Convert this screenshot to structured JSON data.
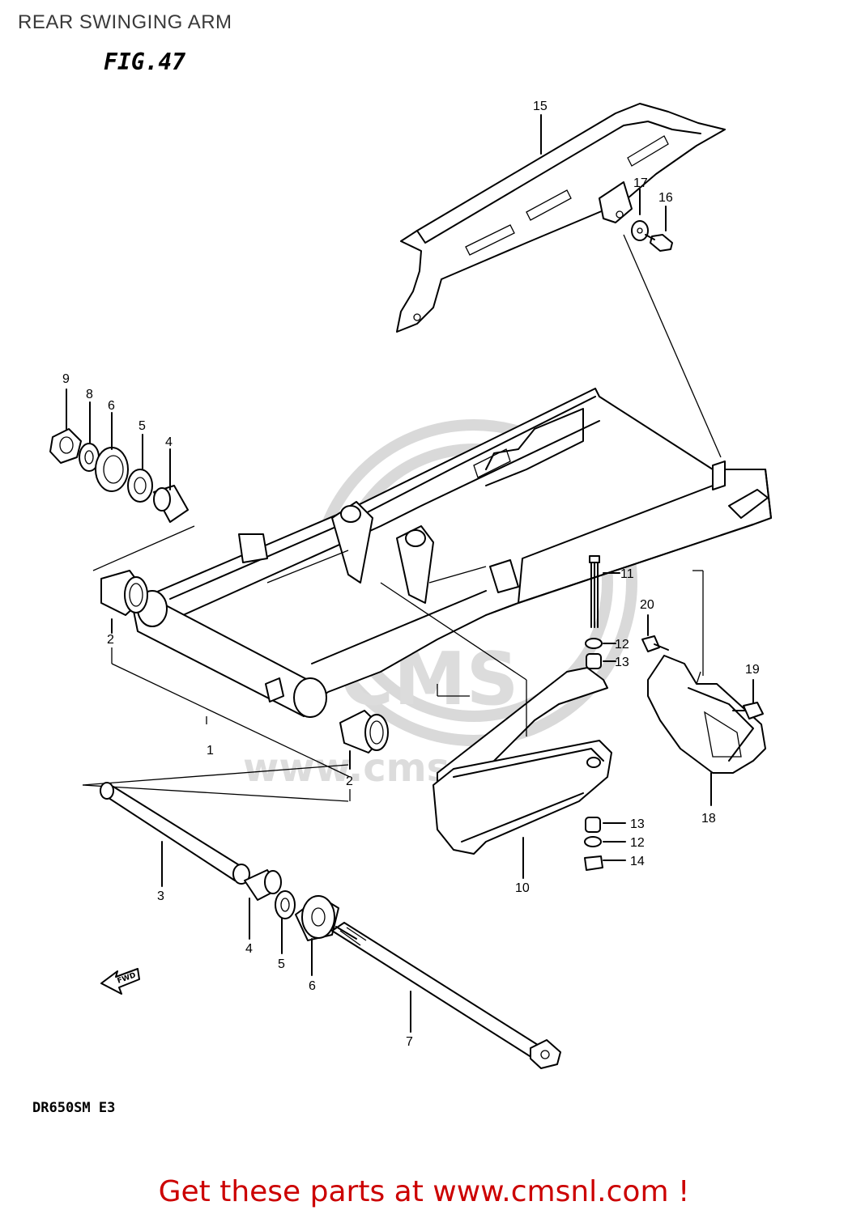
{
  "header": {
    "title": "REAR SWINGING ARM",
    "figure": "FIG.47"
  },
  "footer": {
    "model_code": "DR650SM E3",
    "promo": "Get these parts at www.cmsnl.com !"
  },
  "watermark": {
    "text": "www.cmsnl.com",
    "logo": "CMS"
  },
  "callouts": {
    "c1": "1",
    "c2a": "2",
    "c2b": "2",
    "c3": "3",
    "c4a": "4",
    "c4b": "4",
    "c5a": "5",
    "c5b": "5",
    "c6a": "6",
    "c6b": "6",
    "c7": "7",
    "c8": "8",
    "c9": "9",
    "c10": "10",
    "c11": "11",
    "c12a": "12",
    "c12b": "12",
    "c13a": "13",
    "c13b": "13",
    "c14": "14",
    "c15": "15",
    "c16": "16",
    "c17": "17",
    "c18": "18",
    "c19": "19",
    "c20": "20"
  },
  "fwd_arrow_label": "FWD",
  "colors": {
    "promo": "#cc0000",
    "line": "#000000",
    "watermark": "#d9d9d9"
  }
}
